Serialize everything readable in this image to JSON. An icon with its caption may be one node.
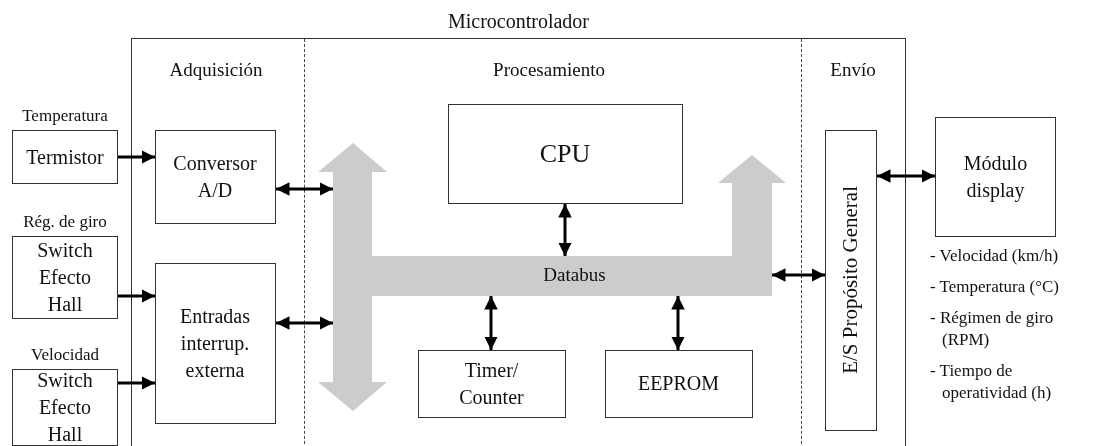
{
  "diagram": {
    "nodes": [
      {
        "text": [
          "Microcontrolador"
        ]
      },
      {
        "text": [
          "Temperatura",
          "Termistor"
        ]
      },
      {
        "text": [
          "Rég. de giro",
          "Switch Efecto Hall"
        ]
      },
      {
        "text": [
          "Velocidad",
          "Switch Efecto Hall"
        ]
      },
      {
        "text": [
          "Conversor A/D"
        ],
        "in": 0
      },
      {
        "text": [
          "Entradas interrup. externa"
        ],
        "in": 0
      },
      {
        "text": [
          "Databus"
        ],
        "in": 0
      },
      {
        "text": [
          "CPU"
        ],
        "in": 0
      },
      {
        "text": [
          "Timer/ Counter"
        ],
        "in": 0
      },
      {
        "text": [
          "EEPROM"
        ],
        "in": 0
      },
      {
        "text": [
          "E/S Propósito General"
        ],
        "in": 0
      },
      {
        "text": [
          "Módulo display"
        ],
        "beside": [
          "- Velocidad (km/h)",
          "- Temperatura (°C)",
          "- Régimen de giro (RPM)",
          "- Tiempo de operatividad (h)"
        ]
      }
    ],
    "edges": [
      {
        "from": 1,
        "to": 4,
        "arrow": "to"
      },
      {
        "from": 2,
        "to": 5,
        "arrow": "to"
      },
      {
        "from": 3,
        "to": 5,
        "arrow": "to"
      },
      {
        "from": 4,
        "to": 6,
        "arrow": "both"
      },
      {
        "from": 5,
        "to": 6,
        "arrow": "both"
      },
      {
        "from": 7,
        "to": 6,
        "arrow": "both"
      },
      {
        "from": 6,
        "to": 8,
        "arrow": "both"
      },
      {
        "from": 6,
        "to": 9,
        "arrow": "both"
      },
      {
        "from": 6,
        "to": 10,
        "arrow": "both"
      },
      {
        "from": 10,
        "to": 11,
        "arrow": "both"
      }
    ],
    "labels": [
      "Adquisición",
      "Procesamiento",
      "Envío"
    ]
  }
}
